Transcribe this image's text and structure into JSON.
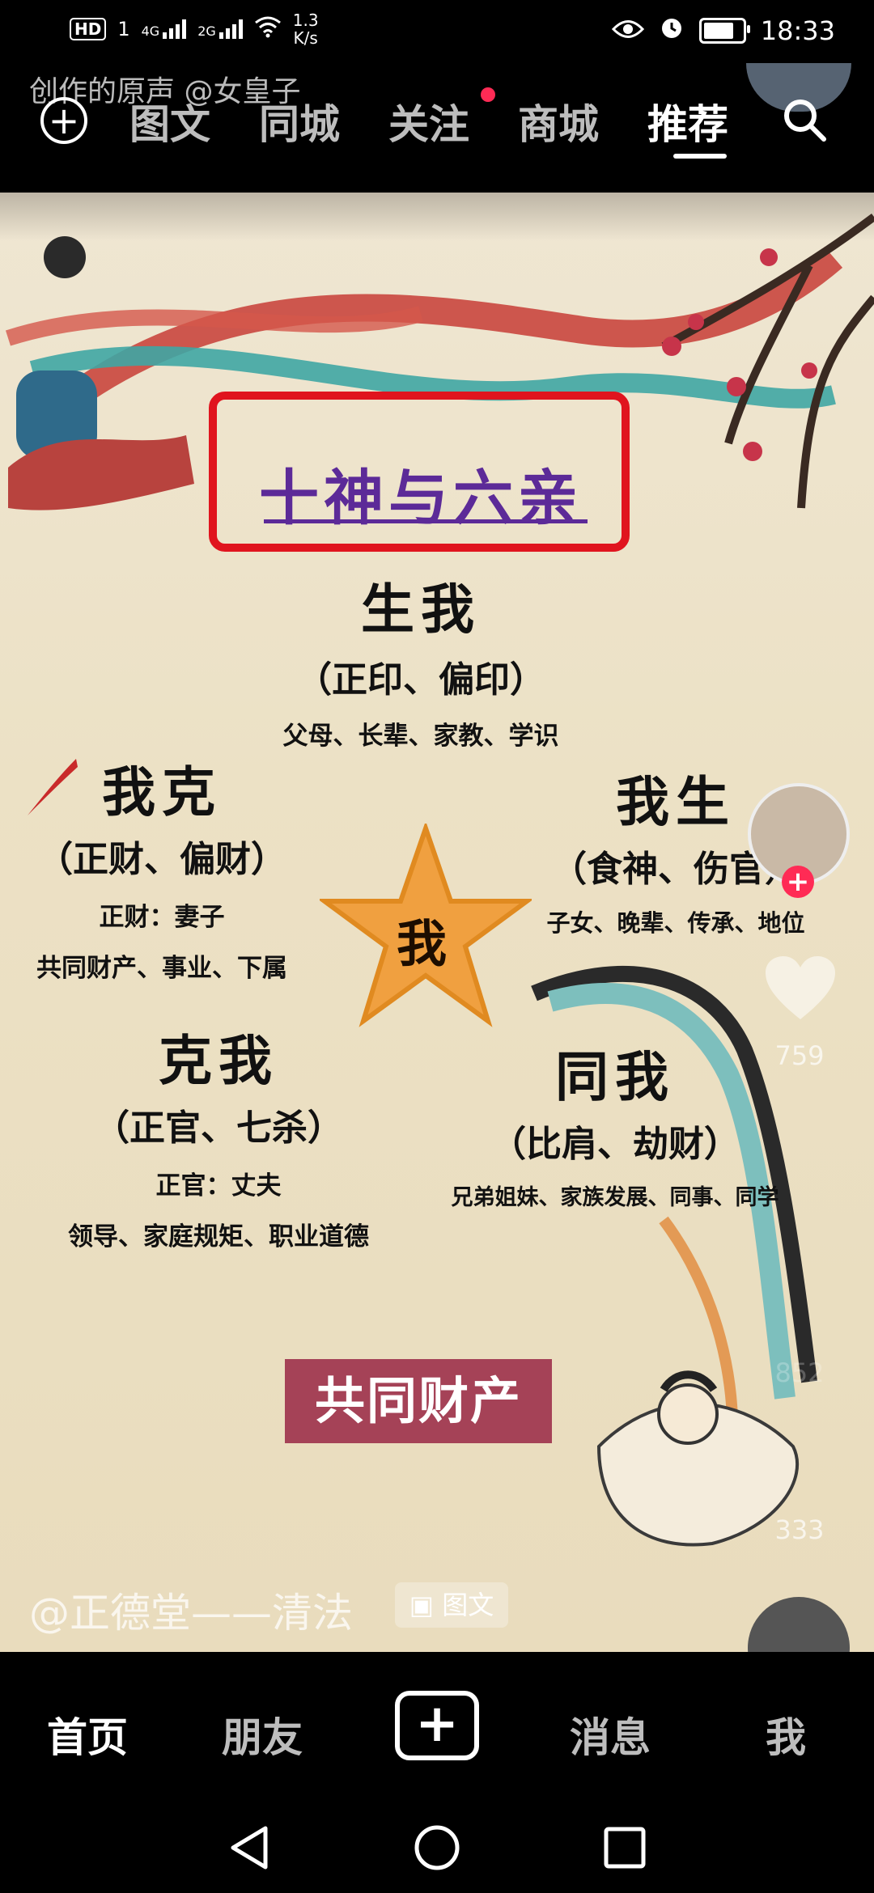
{
  "status_bar": {
    "hd": "HD",
    "sim": "1",
    "net1": "4G",
    "net2": "2G",
    "speed_value": "1.3",
    "speed_unit": "K/s",
    "time": "18:33"
  },
  "top_nav": {
    "audio_text": "创作的原声   @女皇子",
    "tabs": [
      {
        "label": "图文"
      },
      {
        "label": "同城"
      },
      {
        "label": "关注"
      },
      {
        "label": "商城"
      },
      {
        "label": "推荐"
      }
    ],
    "active_tab": "推荐"
  },
  "post": {
    "title": "十神与六亲",
    "items": {
      "top": {
        "heading": "生我",
        "gods": "（正印、偏印）",
        "relations": "父母、长辈、家教、学识"
      },
      "left": {
        "heading": "我克",
        "gods": "（正财、偏财）",
        "line1": "正财：妻子",
        "relations": "共同财产、事业、下属"
      },
      "right": {
        "heading": "我生",
        "gods": "（食神、伤官）",
        "relations": "子女、晚辈、传承、地位"
      },
      "bottom_left": {
        "heading": "克我",
        "gods": "（正官、七杀）",
        "line1": "正官：丈夫",
        "relations": "领导、家庭规矩、职业道德"
      },
      "bottom_right": {
        "heading": "同我",
        "gods": "（比肩、劫财）",
        "relations": "兄弟姐妹、家族发展、同事、同学"
      }
    },
    "center": "我",
    "stamp": "共同财产",
    "author": "@正德堂——清法",
    "type_badge": "图文"
  },
  "rail": {
    "like_count": "759",
    "comment_count": "852",
    "share_count": "333"
  },
  "bottom_nav": {
    "home": "首页",
    "friends": "朋友",
    "messages": "消息",
    "me": "我"
  },
  "colors": {
    "accent": "#ff2b55",
    "title_box": "#e0141e",
    "title_text": "#5c2a98",
    "star": "#f0a040",
    "stamp": "#a54257"
  }
}
